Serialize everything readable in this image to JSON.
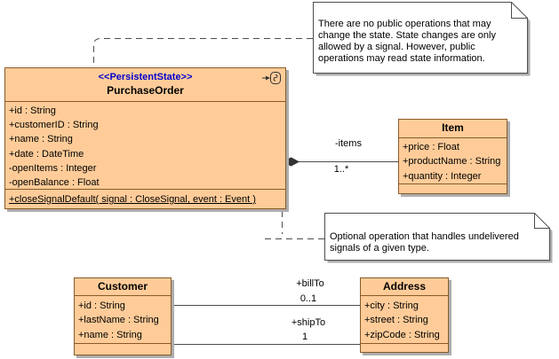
{
  "colors": {
    "class_fill": "#FFCC99",
    "class_border": "#8A5A28",
    "stereotype_text": "#0000CD",
    "note_fill": "#FFFFFF",
    "note_border": "#4D4D4D",
    "line_color": "#4D4D4D",
    "shadow": "#ADADAD"
  },
  "classes": {
    "purchase_order": {
      "stereotype": "<<PersistentState>>",
      "name": "PurchaseOrder",
      "icon": "state-machine-icon",
      "attributes": [
        "+id : String",
        "+customerID : String",
        "+name : String",
        "+date : DateTime",
        "-openItems : Integer",
        "-openBalance : Float"
      ],
      "operations": [
        "+closeSignalDefault( signal : CloseSignal, event : Event )"
      ]
    },
    "item": {
      "name": "Item",
      "attributes": [
        "+price : Float",
        "+productName : String",
        "+quantity : Integer"
      ],
      "operations": []
    },
    "customer": {
      "name": "Customer",
      "attributes": [
        "+id : String",
        "+lastName : String",
        "+name : String"
      ],
      "operations": []
    },
    "address": {
      "name": "Address",
      "attributes": [
        "+city : String",
        "+street : String",
        "+zipCode : String"
      ],
      "operations": []
    }
  },
  "notes": {
    "state_note": "There are no public operations that may change the state. State changes are only allowed by a signal. However, public operations may read state information.",
    "signal_note": "Optional operation that handles undelivered signals of a given type."
  },
  "relationships": {
    "items": {
      "type": "composition",
      "from": "PurchaseOrder",
      "to": "Item",
      "role": "-items",
      "multiplicity": "1..*"
    },
    "billto": {
      "type": "association",
      "from": "Customer",
      "to": "Address",
      "role": "+billTo",
      "multiplicity": "0..1"
    },
    "shipto": {
      "type": "association",
      "from": "Customer",
      "to": "Address",
      "role": "+shipTo",
      "multiplicity": "1"
    }
  }
}
